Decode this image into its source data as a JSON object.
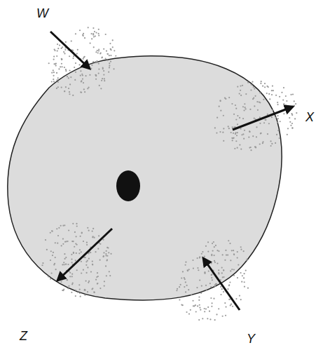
{
  "diagram": {
    "labels": [
      "W",
      "X",
      "Y",
      "Z"
    ]
  }
}
